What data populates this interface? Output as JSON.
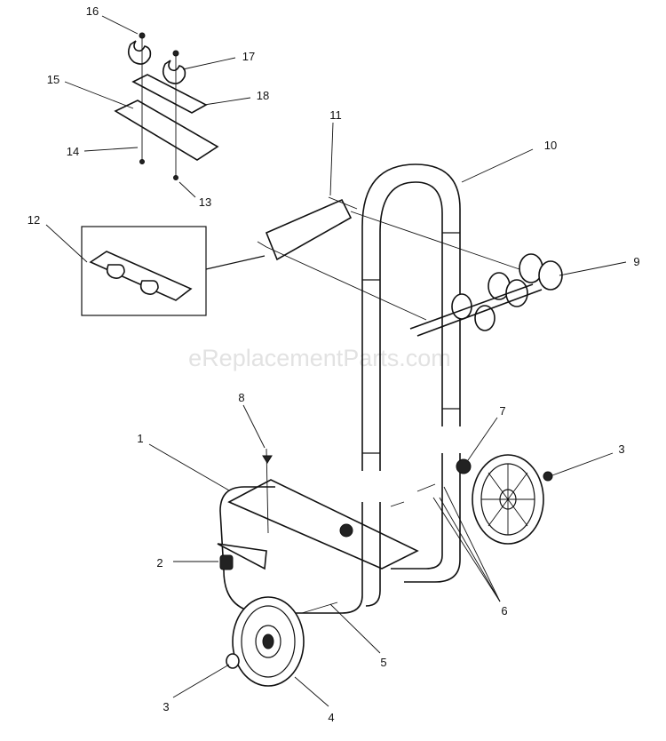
{
  "watermark": "eReplacementParts.com",
  "callouts": [
    {
      "id": "c1",
      "text": "1"
    },
    {
      "id": "c2",
      "text": "2"
    },
    {
      "id": "c3a",
      "text": "3"
    },
    {
      "id": "c3b",
      "text": "3"
    },
    {
      "id": "c4",
      "text": "4"
    },
    {
      "id": "c5",
      "text": "5"
    },
    {
      "id": "c6",
      "text": "6"
    },
    {
      "id": "c7",
      "text": "7"
    },
    {
      "id": "c8",
      "text": "8"
    },
    {
      "id": "c9",
      "text": "9"
    },
    {
      "id": "c10",
      "text": "10"
    },
    {
      "id": "c11",
      "text": "11"
    },
    {
      "id": "c12",
      "text": "12"
    },
    {
      "id": "c13",
      "text": "13"
    },
    {
      "id": "c14",
      "text": "14"
    },
    {
      "id": "c15",
      "text": "15"
    },
    {
      "id": "c16",
      "text": "16"
    },
    {
      "id": "c17",
      "text": "17"
    },
    {
      "id": "c18",
      "text": "18"
    }
  ]
}
